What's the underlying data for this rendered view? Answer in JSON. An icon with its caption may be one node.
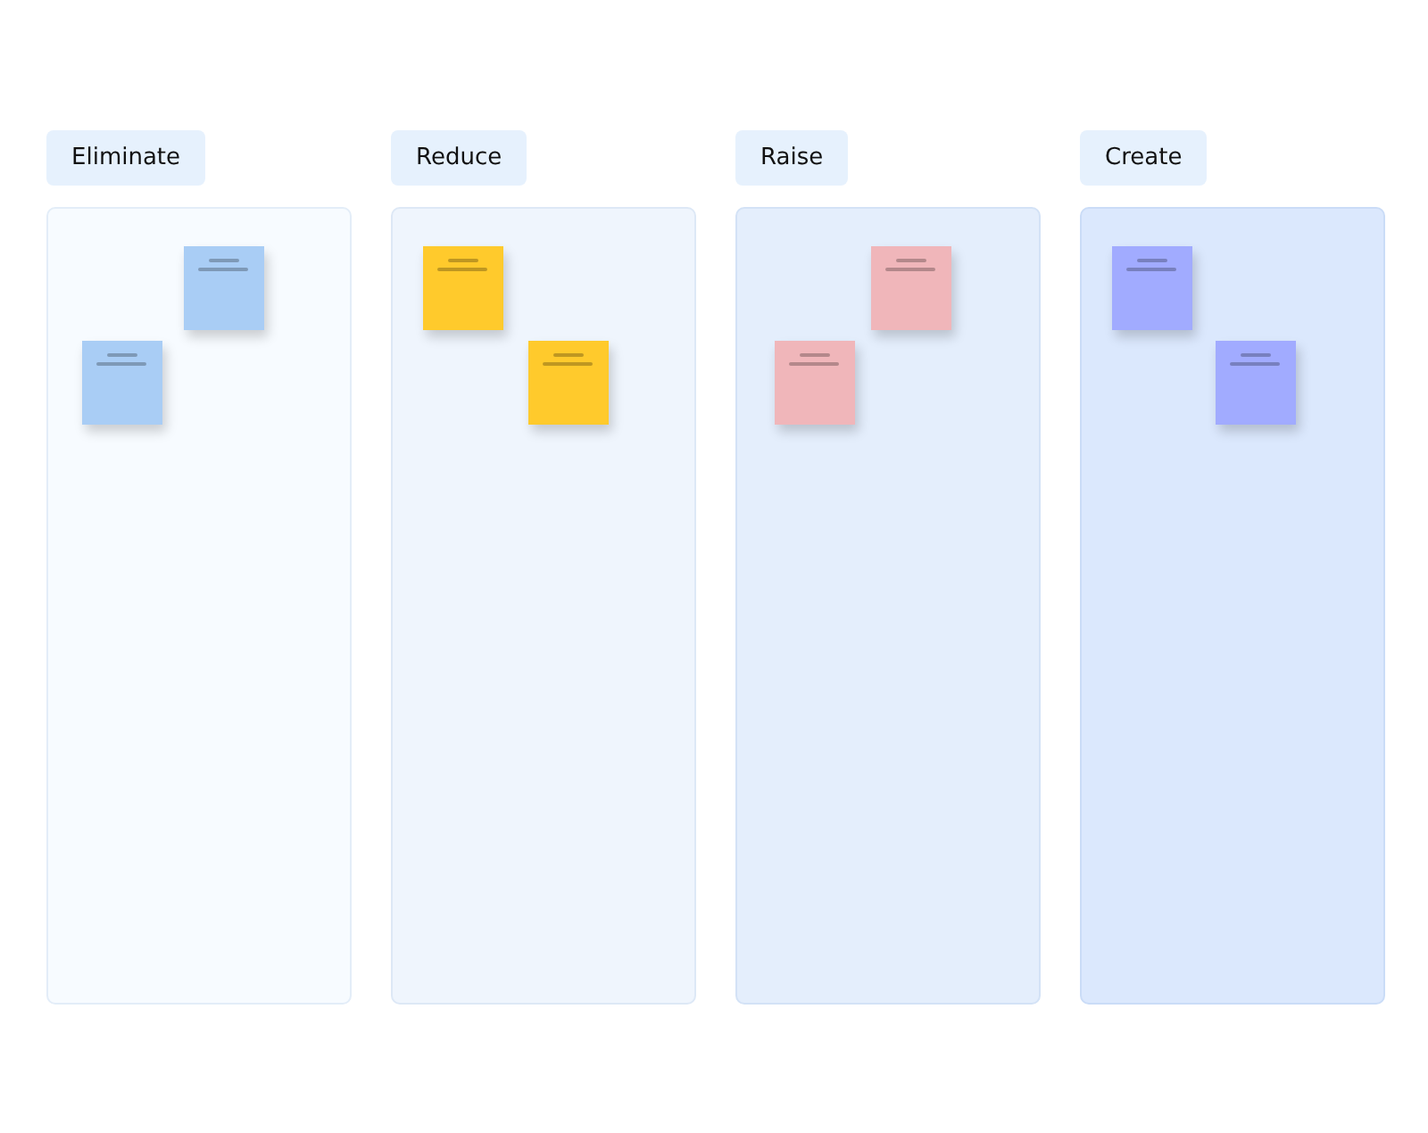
{
  "diagram": {
    "nodes": [
      {
        "text": [
          "Eliminate"
        ]
      },
      {
        "text": [],
        "shape": "box",
        "in": 0
      },
      {
        "text": [],
        "shape": "box",
        "in": 0
      },
      {
        "text": [
          "Reduce"
        ]
      },
      {
        "text": [],
        "shape": "box",
        "in": 3
      },
      {
        "text": [],
        "shape": "box",
        "in": 3
      },
      {
        "text": [
          "Raise"
        ]
      },
      {
        "text": [],
        "shape": "box",
        "in": 6
      },
      {
        "text": [],
        "shape": "box",
        "in": 6
      },
      {
        "text": [
          "Create"
        ]
      },
      {
        "text": [],
        "shape": "box",
        "in": 9
      },
      {
        "text": [],
        "shape": "box",
        "in": 9
      }
    ]
  }
}
